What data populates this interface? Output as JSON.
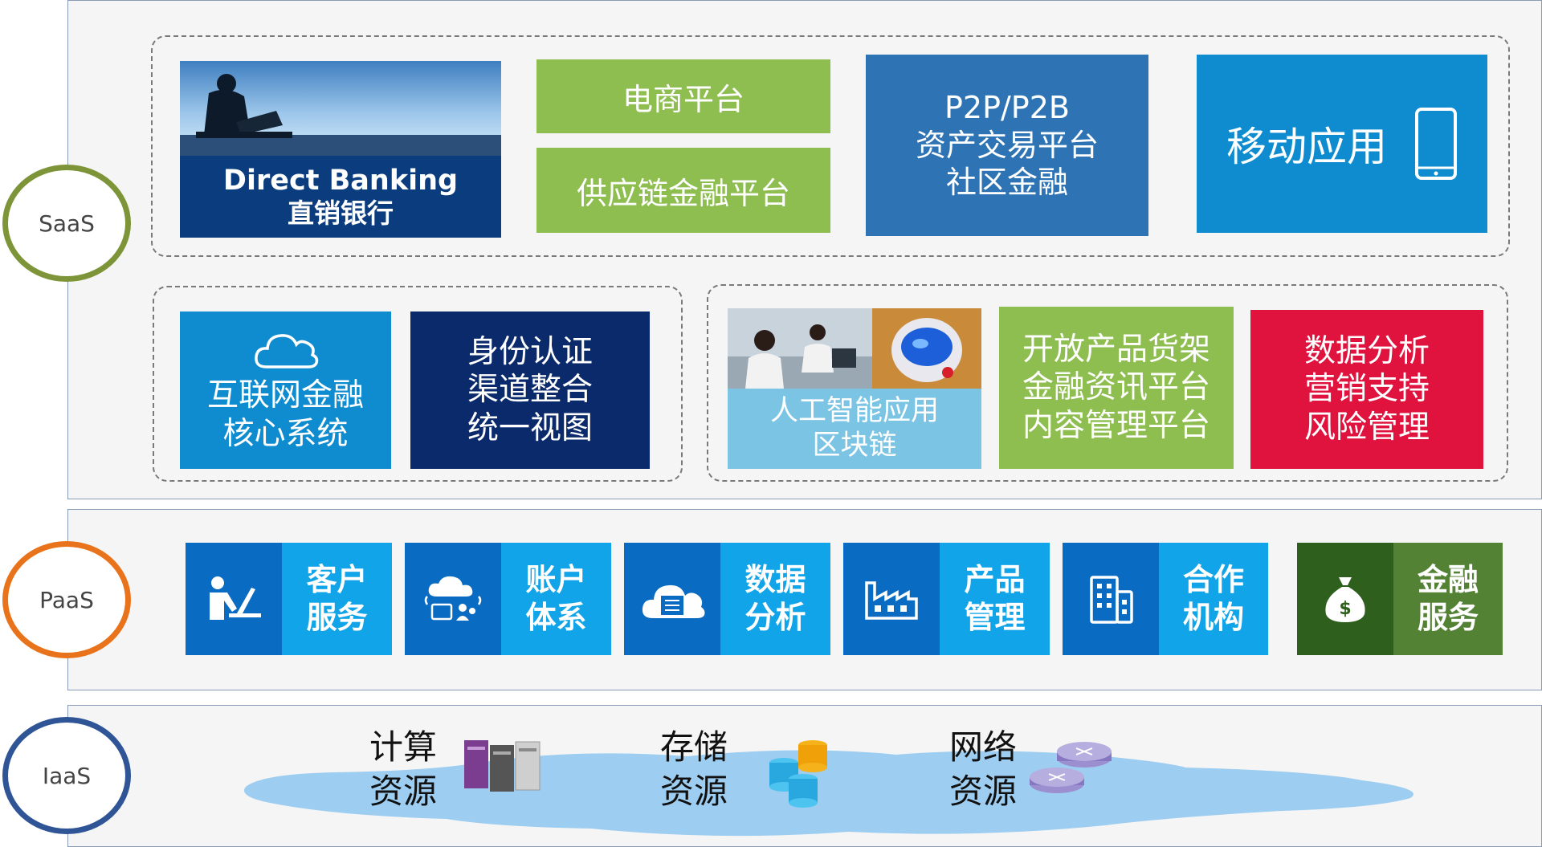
{
  "layers": {
    "saas": "SaaS",
    "paas": "PaaS",
    "iaas": "IaaS"
  },
  "saas": {
    "direct_banking": {
      "line1": "Direct Banking",
      "line2": "直销银行"
    },
    "ecommerce": "电商平台",
    "supply_chain": "供应链金融平台",
    "p2p": {
      "line1": "P2P/P2B",
      "line2": "资产交易平台",
      "line3": "社区金融"
    },
    "mobile": "移动应用",
    "internet_core": {
      "line1": "互联网金融",
      "line2": "核心系统"
    },
    "identity": {
      "line1": "身份认证",
      "line2": "渠道整合",
      "line3": "统一视图"
    },
    "ai": {
      "line1": "人工智能应用",
      "line2": "区块链"
    },
    "open_products": {
      "line1": "开放产品货架",
      "line2": "金融资讯平台",
      "line3": "内容管理平台"
    },
    "data_analysis": {
      "line1": "数据分析",
      "line2": "营销支持",
      "line3": "风险管理"
    }
  },
  "paas": [
    {
      "line1": "客户",
      "line2": "服务",
      "icon": "person-laptop-icon"
    },
    {
      "line1": "账户",
      "line2": "体系",
      "icon": "cloud-users-icon"
    },
    {
      "line1": "数据",
      "line2": "分析",
      "icon": "cloud-building-icon"
    },
    {
      "line1": "产品",
      "line2": "管理",
      "icon": "factory-icon"
    },
    {
      "line1": "合作",
      "line2": "机构",
      "icon": "office-building-icon"
    },
    {
      "line1": "金融",
      "line2": "服务",
      "icon": "money-bag-icon"
    }
  ],
  "iaas": {
    "compute": {
      "line1": "计算",
      "line2": "资源",
      "icon": "server-icon"
    },
    "storage": {
      "line1": "存储",
      "line2": "资源",
      "icon": "database-icon"
    },
    "network": {
      "line1": "网络",
      "line2": "资源",
      "icon": "router-icon"
    }
  },
  "colors": {
    "green": "#8ebd50",
    "steel_blue": "#2e74b5",
    "cyan_blue": "#0f8ccf",
    "navy": "#0a2a6b",
    "dark_navy": "#0b3d7e",
    "light_blue": "#7cc4e4",
    "red": "#e0123e",
    "paas_dark": "#0a6bc2",
    "paas_light": "#12a4e8",
    "money_dark": "#2f5f1d",
    "money_light": "#548235",
    "saas_ring": "#7d9538",
    "paas_ring": "#e8731a",
    "iaas_ring": "#2f5597",
    "cloud": "#9dcdf0"
  }
}
